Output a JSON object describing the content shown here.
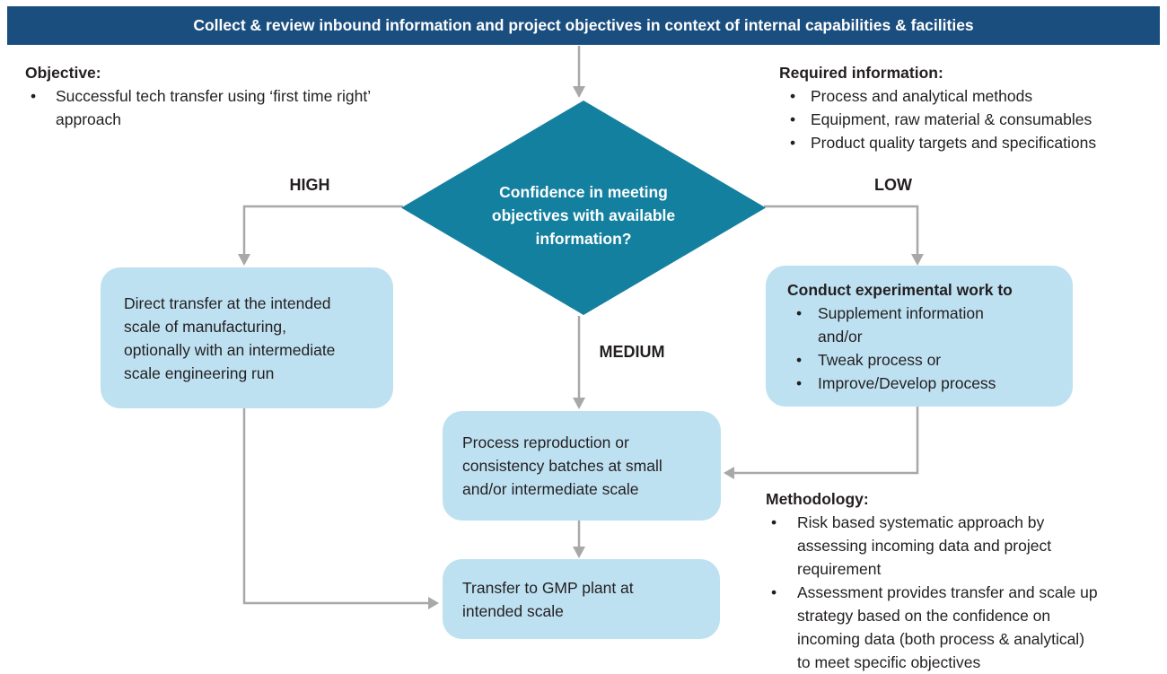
{
  "banner": {
    "title": "Collect & review inbound information and project objectives in context of internal capabilities & facilities"
  },
  "objective": {
    "heading": "Objective:",
    "items": [
      "Successful tech transfer using ‘first time right’\napproach"
    ]
  },
  "required_information": {
    "heading": "Required information:",
    "items": [
      "Process and analytical methods",
      "Equipment, raw material & consumables",
      "Product quality targets and specifications"
    ]
  },
  "decision": {
    "question": "Confidence in meeting\nobjectives with available\ninformation?",
    "branch_high": "HIGH",
    "branch_low": "LOW",
    "branch_medium": "MEDIUM"
  },
  "boxes": {
    "direct_transfer": "Direct transfer at the intended\nscale of manufacturing,\noptionally with an intermediate\nscale engineering run",
    "experimental": {
      "heading": "Conduct experimental work to",
      "items": [
        "Supplement information\nand/or",
        "Tweak process or",
        "Improve/Develop process"
      ]
    },
    "reproduction": "Process reproduction or\nconsistency batches at small\nand/or  intermediate scale",
    "gmp": "Transfer to GMP plant at\nintended scale"
  },
  "methodology": {
    "heading": "Methodology:",
    "items": [
      "Risk based systematic approach by\nassessing incoming data and project\nrequirement",
      "Assessment provides transfer and scale up\nstrategy based on the confidence on\nincoming data (both process & analytical)\nto meet specific objectives"
    ]
  },
  "colors": {
    "banner_bg": "#1A4E7E",
    "diamond_bg": "#14809F",
    "box_bg": "#BEE1F2",
    "arrow": "#A8A8A8",
    "text": "#231F20",
    "banner_text": "#FFFFFF"
  }
}
